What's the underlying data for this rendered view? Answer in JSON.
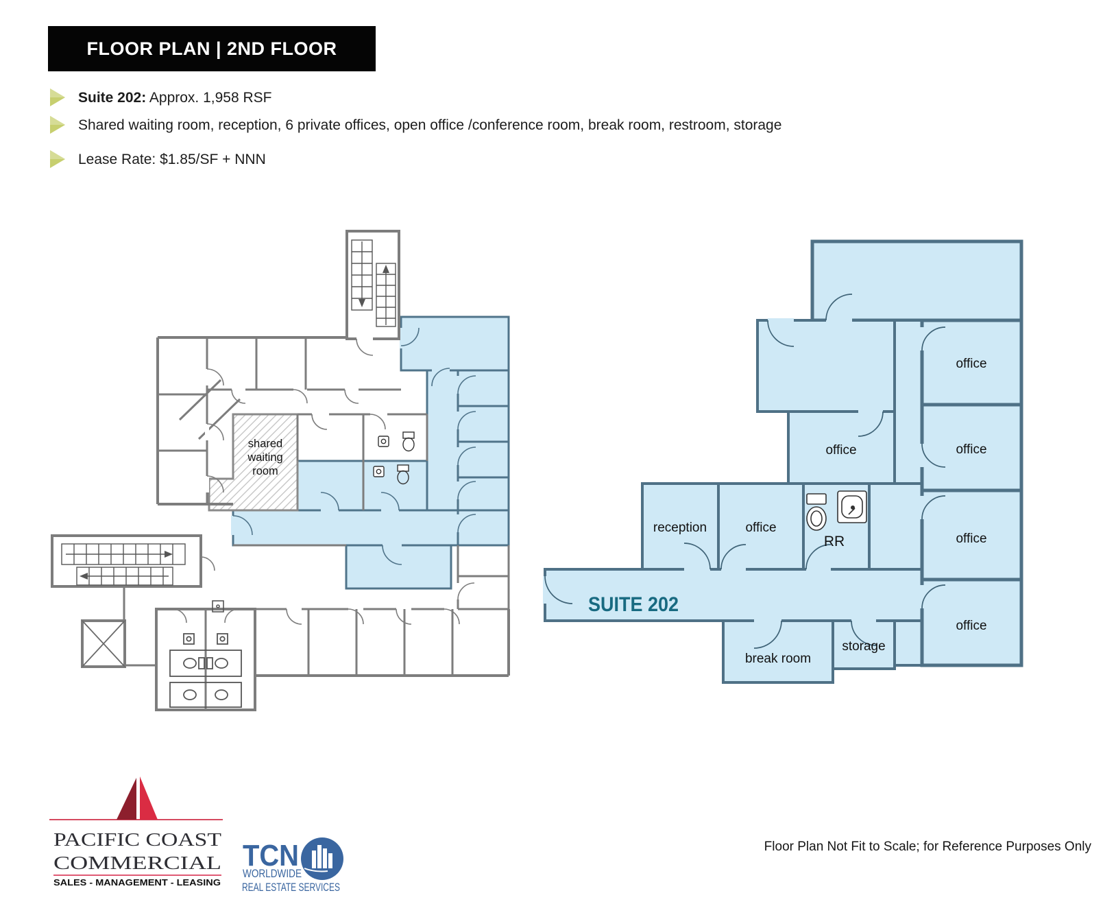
{
  "header": {
    "banner": "FLOOR PLAN | 2ND FLOOR"
  },
  "bullets": [
    {
      "lead": "Suite 202:",
      "text": " Approx. 1,958 RSF"
    },
    {
      "lead": "",
      "text": "Shared waiting room, reception, 6 private  offices, open office /conference room, break room, restroom, storage"
    },
    {
      "lead": "",
      "text": "Lease Rate: $1.85/SF + NNN"
    }
  ],
  "left_plan": {
    "waiting_room_lines": [
      "shared",
      "waiting",
      "room"
    ]
  },
  "right_plan": {
    "suite_label": "SUITE 202",
    "reception_label": "reception",
    "rr_label": "RR",
    "storage_label": "storage",
    "break_room_label": "break room",
    "office_labels": [
      "office",
      "office",
      "office",
      "office",
      "office",
      "office"
    ]
  },
  "footer": {
    "pcc": {
      "line1": "PACIFIC COAST",
      "line2": "COMMERCIAL",
      "tagline": "SALES - MANAGEMENT - LEASING"
    },
    "tcn": {
      "acronym": "TCN",
      "line1": "WORLDWIDE",
      "line2": "REAL ESTATE SERVICES"
    },
    "disclaimer": "Floor Plan Not Fit to Scale; for Reference Purposes Only"
  },
  "colors": {
    "banner_bg": "#050505",
    "bullet_green": "#c7cf6f",
    "suite_fill": "#cfe9f6",
    "suite_wall": "#50748a",
    "plan_wall_gray": "#7d7d7d",
    "suite_text": "#186a81",
    "pcc_red": "#da2c43",
    "pcc_maroon": "#8d1f2d",
    "pcc_line_pink": "#e05a74",
    "tcn_blue": "#3a66a0"
  }
}
